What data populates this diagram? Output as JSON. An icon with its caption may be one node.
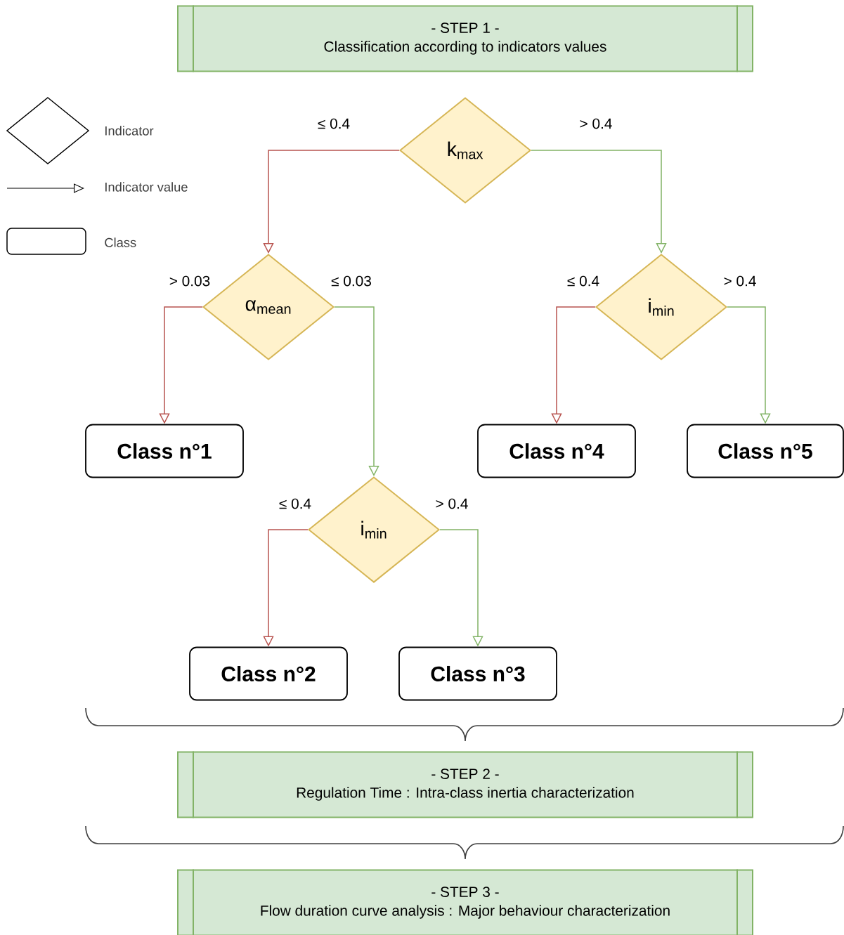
{
  "diagram": {
    "nodes": [
      {
        "text": [
          "- STEP 1 -",
          "Classification according to indicators values"
        ]
      },
      {
        "text": [
          "k$_{max}$"
        ]
      },
      {
        "text": [
          "α$_{mean}$"
        ]
      },
      {
        "text": [
          "i$_{min}$"
        ]
      },
      {
        "text": [
          "Class n°1"
        ]
      },
      {
        "text": [
          "i$_{min}$"
        ]
      },
      {
        "text": [
          "Class n°4"
        ]
      },
      {
        "text": [
          "Class n°5"
        ]
      },
      {
        "text": [
          "Class n°2"
        ]
      },
      {
        "text": [
          "Class n°3"
        ]
      },
      {
        "text": [
          "- STEP 2 -",
          "Regulation Time : Intra-class inertia characterization"
        ]
      },
      {
        "text": [
          "- STEP 3 -",
          "Flow duration curve analysis : Major behaviour characterization"
        ]
      }
    ],
    "edges": [
      {
        "from": 1,
        "to": 2,
        "arrow": "to",
        "label": "≤ 0.4",
        "color": "#b85450"
      },
      {
        "from": 1,
        "to": 3,
        "arrow": "to",
        "label": "> 0.4",
        "color": "#82b366"
      },
      {
        "from": 2,
        "to": 4,
        "arrow": "to",
        "label": "> 0.03",
        "color": "#b85450"
      },
      {
        "from": 2,
        "to": 5,
        "arrow": "to",
        "label": "≤ 0.03",
        "color": "#82b366"
      },
      {
        "from": 3,
        "to": 6,
        "arrow": "to",
        "label": "≤ 0.4",
        "color": "#b85450"
      },
      {
        "from": 3,
        "to": 7,
        "arrow": "to",
        "label": "> 0.4",
        "color": "#82b366"
      },
      {
        "from": 5,
        "to": 8,
        "arrow": "to",
        "label": "≤ 0.4",
        "color": "#b85450"
      },
      {
        "from": 5,
        "to": 9,
        "arrow": "to",
        "label": "> 0.4",
        "color": "#82b366"
      }
    ],
    "legend": [
      {
        "text": "Indicator"
      },
      {
        "text": "Indicator value"
      },
      {
        "text": "Class"
      }
    ]
  }
}
